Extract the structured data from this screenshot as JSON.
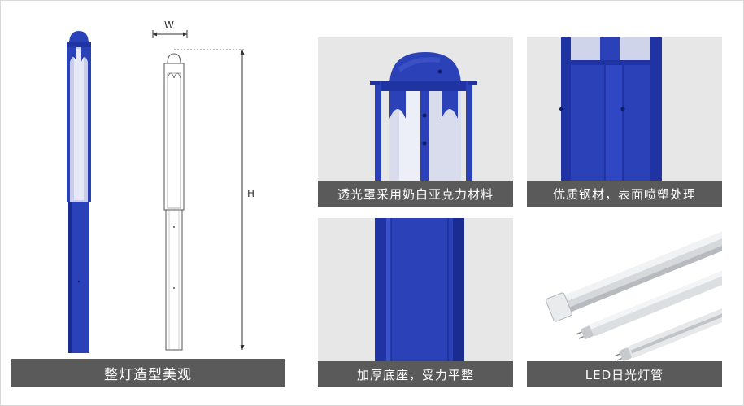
{
  "left": {
    "caption": "整灯造型美观",
    "dim_width_label": "W",
    "dim_height_label": "H"
  },
  "panels": [
    {
      "caption": "透光罩采用奶白亚克力材料"
    },
    {
      "caption": "优质钢材，表面喷塑处理"
    },
    {
      "caption": "加厚底座，受力平整"
    },
    {
      "caption": "LED日光灯管"
    }
  ],
  "colors": {
    "pole_blue": "#2b41b8",
    "pole_dark": "#1a2c8f",
    "caption_bg": "#5a5a5a",
    "panel_bg": "#e7e7e7"
  }
}
